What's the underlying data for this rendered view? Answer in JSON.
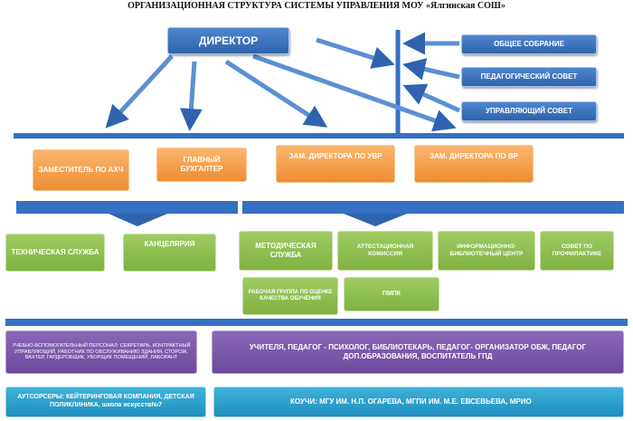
{
  "title": "ОРГАНИЗАЦИОННАЯ СТРУКТУРА СИСТЕМЫ УПРАВЛЕНИЯ МОУ «Ялгинская СОШ»",
  "director": "ДИРЕКТОР",
  "councils": {
    "general_meeting": "ОБЩЕЕ СОБРАНИЕ",
    "pedagogical_council": "ПЕДАГОГИЧЕСКИЙ СОВЕТ",
    "managing_council": "УПРАВЛЯЮЩИЙ СОВЕТ"
  },
  "deputies": {
    "ahch": "ЗАМЕСТИТЕЛЬ ПО АХЧ",
    "accountant": "ГЛАВНЫЙ БУХГАЛТЕР",
    "uvr": "ЗАМ. ДИРЕКТОРА ПО УВР",
    "vr": "ЗАМ. ДИРЕКТОРА ПО ВР"
  },
  "services": {
    "technical": "ТЕХНИЧЕСКАЯ СЛУЖБА",
    "office": "КАНЦЕЛЯРИЯ",
    "methodical": "МЕТОДИЧЕСКАЯ СЛУЖБА",
    "attestation": "АТТЕСТАЦИОННАЯ КОМИССИЯ",
    "library": "ИНФОРМАЦИОННО-БИБЛИОТЕЧНЫЙ ЦЕНТР",
    "prevention": "СОВЕТ ПО ПРОФИЛАКТИКЕ",
    "working_group": "РАБОЧАЯ ГРУППА ПО ОЦЕНКЕ КАЧЕСТВА ОБУЧЕНИЯ",
    "pmpk": "ПМПК"
  },
  "staff": {
    "support": "УЧЕБНО-ВСПОМОГАТЕЛЬНЫЙ ПЕРСОНАЛ: СЕКРЕТАРЬ, КОНТРАКТНЫЙ УПРАВЛЯЮЩИЙ, РАБОТНИК ПО ОБСЛУЖИВАНИЮ ЗДАНИЯ, СТОРОЖ, ВАХТЕР, ГАРДЕРОБЩИК, УБОРЩИК ПОМЕЩЕНИЙ, ЛАБОРАНТ",
    "teachers": "УЧИТЕЛЯ, ПЕДАГОГ - ПСИХОЛОГ, БИБЛИОТЕКАРЬ, ПЕДАГОГ- ОРГАНИЗАТОР ОБЖ, ПЕДАГОГ ДОП.ОБРАЗОВАНИЯ, ВОСПИТАТЕЛЬ ГПД"
  },
  "partners": {
    "outsourcers": "АУТСОРСЕРЫ: КЕЙТЕРИНГОВАЯ КОМПАНИЯ, ДЕТСКАЯ ПОЛИКЛИНИКА, школа искусств№7",
    "coaches": "КОУЧИ: МГУ ИМ. Н.П. ОГАРЕВА, МГПИ ИМ. М.Е. ЕВСЕВЬЕВА, МРИО"
  },
  "colors": {
    "blue": "#3570c2",
    "orange": "#f39a45",
    "green": "#8cbd4e",
    "purple": "#7a57aa",
    "cyan": "#2ba2cd"
  }
}
